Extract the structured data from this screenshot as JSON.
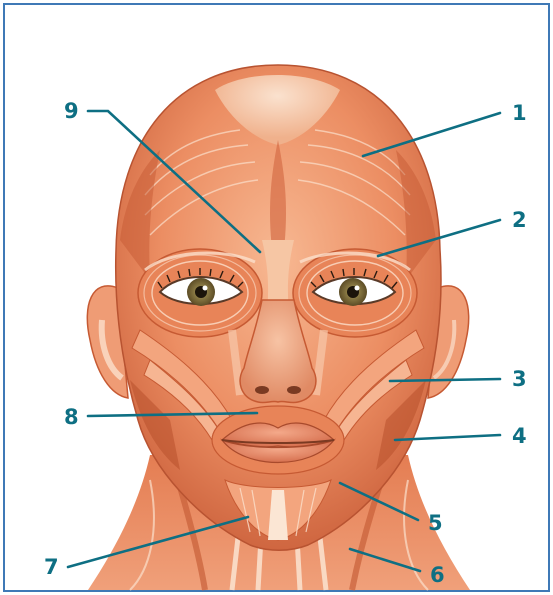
{
  "colors": {
    "frame": "#3f79b6",
    "label": "#0e6f83",
    "muscle_light": "#f6b089",
    "muscle_mid": "#ea8559",
    "muscle_dark": "#c65a33",
    "fiber": "#fbe0cc",
    "skin_tone": "#f8dcc5",
    "iris": "#7a6a3c"
  },
  "illustration": {
    "subject": "face-muscles-front-view"
  },
  "labels": [
    {
      "id": "1",
      "text": "1"
    },
    {
      "id": "2",
      "text": "2"
    },
    {
      "id": "3",
      "text": "3"
    },
    {
      "id": "4",
      "text": "4"
    },
    {
      "id": "5",
      "text": "5"
    },
    {
      "id": "6",
      "text": "6"
    },
    {
      "id": "7",
      "text": "7"
    },
    {
      "id": "8",
      "text": "8"
    },
    {
      "id": "9",
      "text": "9"
    }
  ]
}
